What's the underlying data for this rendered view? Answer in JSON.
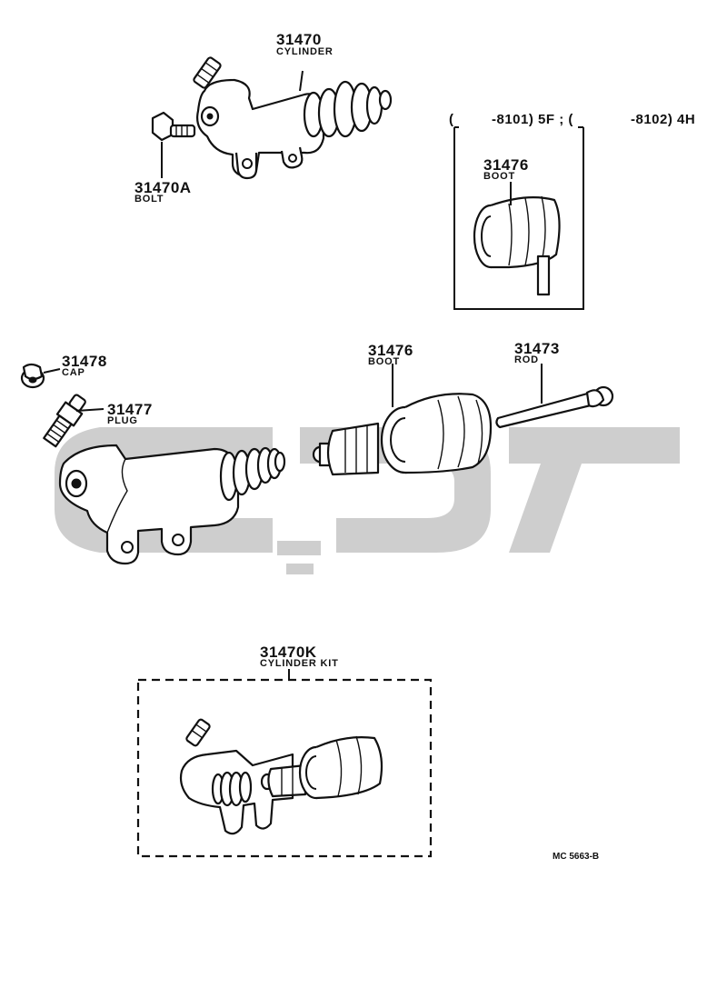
{
  "diagram": {
    "condition_note": {
      "left_paren": "(",
      "range_a": "-8101) 5F ; (",
      "range_b": "-8102) 4H"
    },
    "parts": [
      {
        "id": "cyl_top",
        "number": "31470",
        "name": "CYLINDER"
      },
      {
        "id": "bolt",
        "number": "31470A",
        "name": "BOLT"
      },
      {
        "id": "boot_box",
        "number": "31476",
        "name": "BOOT"
      },
      {
        "id": "cap",
        "number": "31478",
        "name": "CAP"
      },
      {
        "id": "plug",
        "number": "31477",
        "name": "PLUG"
      },
      {
        "id": "boot_main",
        "number": "31476",
        "name": "BOOT"
      },
      {
        "id": "rod",
        "number": "31473",
        "name": "ROD"
      },
      {
        "id": "kit",
        "number": "31470K",
        "name": "CYLINDER KIT"
      }
    ],
    "drawing_code": "MC 5663-B"
  },
  "watermark": {
    "color": "#c9c9c9"
  }
}
